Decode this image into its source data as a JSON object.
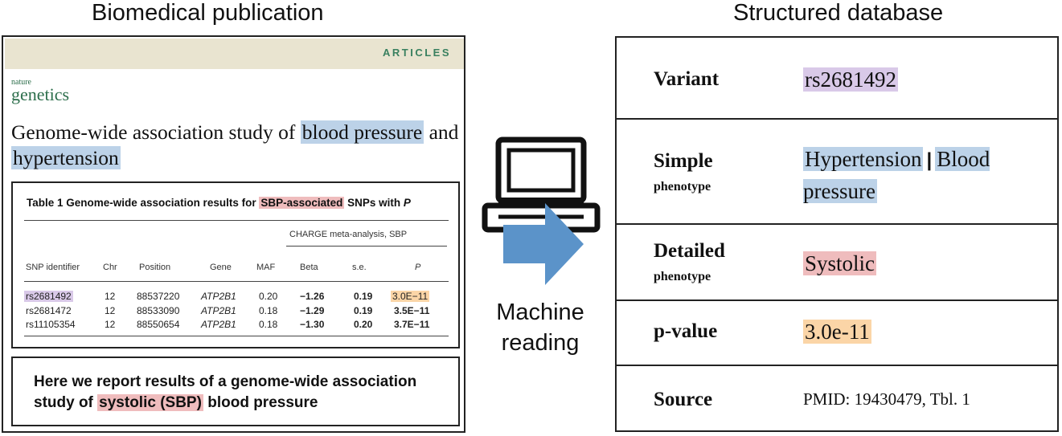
{
  "headings": {
    "left": "Biomedical publication",
    "right": "Structured database"
  },
  "publication": {
    "band_label": "ARTICLES",
    "journal_small": "nature",
    "journal_big": "genetics",
    "title_part1": "Genome-wide association study of ",
    "title_highlight1": "blood pressure",
    "title_part2": " and ",
    "title_highlight2": "hypertension",
    "table": {
      "caption_prefix": "Table 1  Genome-wide association results for ",
      "caption_highlight": "SBP-associated",
      "caption_suffix": " SNPs with ",
      "caption_italic": "P",
      "group_header": "CHARGE meta-analysis, SBP",
      "columns": [
        "SNP identifier",
        "Chr",
        "Position",
        "Gene",
        "MAF",
        "Beta",
        "s.e.",
        "P"
      ],
      "rows": [
        [
          "rs2681492",
          "12",
          "88537220",
          "ATP2B1",
          "0.20",
          "−1.26",
          "0.19",
          "3.0E−11"
        ],
        [
          "rs2681472",
          "12",
          "88533090",
          "ATP2B1",
          "0.18",
          "−1.29",
          "0.19",
          "3.5E−11"
        ],
        [
          "rs11105354",
          "12",
          "88550654",
          "ATP2B1",
          "0.18",
          "−1.30",
          "0.20",
          "3.7E−11"
        ]
      ]
    },
    "quote_part1": "Here we report results of a genome-wide association study of ",
    "quote_highlight": "systolic (SBP)",
    "quote_part2": " blood pressure"
  },
  "middle": {
    "icon": "computer-icon",
    "arrow_icon": "right-arrow-icon",
    "label_line1": "Machine",
    "label_line2": "reading"
  },
  "database": {
    "rows": [
      {
        "field": "Variant",
        "sub": "",
        "value": "rs2681492",
        "highlight": "#d9c9e8"
      },
      {
        "field": "Simple",
        "sub": "phenotype",
        "value_a": "Hypertension",
        "separator": "|",
        "value_b": "Blood pressure",
        "highlight": "#bcd2e8"
      },
      {
        "field": "Detailed",
        "sub": "phenotype",
        "value": "Systolic",
        "highlight": "#efbcbd"
      },
      {
        "field": "p-value",
        "sub": "",
        "value": "3.0e-11",
        "highlight": "#fbd5a7"
      },
      {
        "field": "Source",
        "sub": "",
        "value": "PMID: 19430479, Tbl. 1"
      }
    ]
  },
  "colors": {
    "blue_highlight": "#bcd2e8",
    "pink_highlight": "#efbcbd",
    "purple_highlight": "#d9c9e8",
    "orange_highlight": "#fbd5a7",
    "arrow": "#5b93c9",
    "journal_green": "#2c6e4b"
  }
}
